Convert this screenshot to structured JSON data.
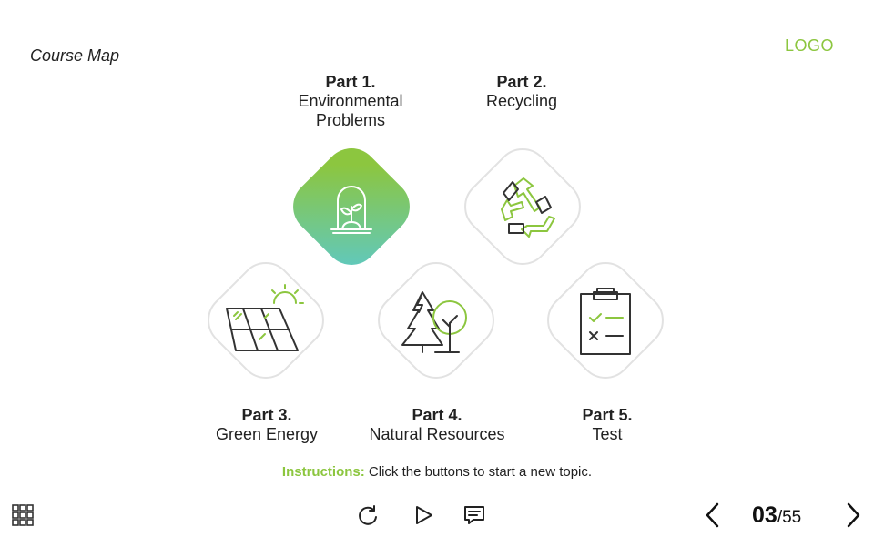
{
  "header": {
    "course_title": "Course Map",
    "logo_text": "LOGO"
  },
  "parts": [
    {
      "number": "Part 1.",
      "name_line1": "Environmental",
      "name_line2": "Problems",
      "icon": "plant-dome-icon",
      "active": true
    },
    {
      "number": "Part 2.",
      "name_line1": "Recycling",
      "name_line2": "",
      "icon": "recycle-icon",
      "active": false
    },
    {
      "number": "Part 3.",
      "name_line1": "Green Energy",
      "name_line2": "",
      "icon": "solar-panel-icon",
      "active": false
    },
    {
      "number": "Part 4.",
      "name_line1": "Natural Resources",
      "name_line2": "",
      "icon": "trees-icon",
      "active": false
    },
    {
      "number": "Part 5.",
      "name_line1": "Test",
      "name_line2": "",
      "icon": "clipboard-checklist-icon",
      "active": false
    }
  ],
  "instructions": {
    "lead": "Instructions:",
    "text": " Click the buttons to start a new topic."
  },
  "controls": {
    "menu_icon": "grid-menu-icon",
    "replay_icon": "replay-icon",
    "play_icon": "play-icon",
    "notes_icon": "notes-icon",
    "prev_icon": "chevron-left-icon",
    "next_icon": "chevron-right-icon"
  },
  "pagination": {
    "current": "03",
    "total": "/55"
  },
  "colors": {
    "accent": "#8cc63f",
    "gradient_end": "#5dc9c7",
    "tile_border": "#e2e2e2",
    "text": "#222222"
  }
}
